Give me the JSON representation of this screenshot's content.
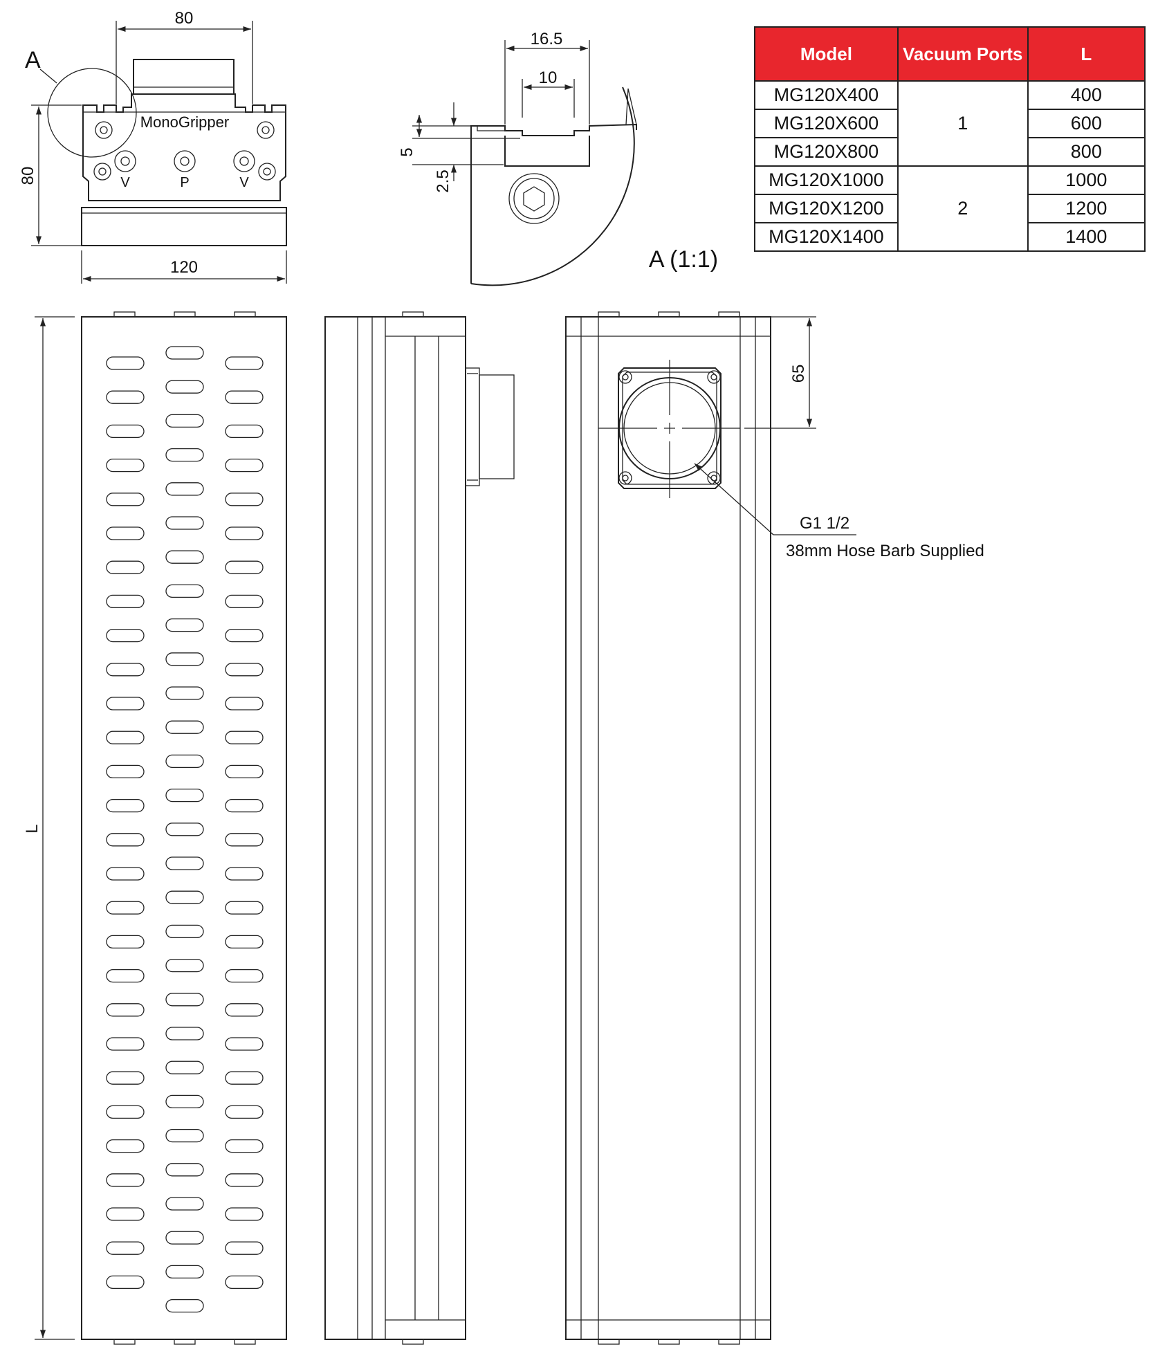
{
  "dimensions": {
    "top_width": "80",
    "height": "80",
    "base_width": "120",
    "slot_outer": "16.5",
    "slot_inner": "10",
    "slot_depth": "5",
    "slot_lip": "2.5",
    "port_offset": "65",
    "length": "L"
  },
  "labels": {
    "brand": "MonoGripper",
    "detail_callout": "A",
    "detail_title": "A (1:1)",
    "port_left": "V",
    "port_center": "P",
    "port_right": "V",
    "thread_note": "G1 1/2",
    "hose_note": "38mm Hose Barb Supplied"
  },
  "table": {
    "header_color": "#e8262d",
    "headers": [
      "Model",
      "Vacuum Ports",
      "L"
    ],
    "rows": [
      {
        "model": "MG120X400",
        "ports": "1",
        "l": "400"
      },
      {
        "model": "MG120X600",
        "ports": "1",
        "l": "600"
      },
      {
        "model": "MG120X800",
        "ports": "1",
        "l": "800"
      },
      {
        "model": "MG120X1000",
        "ports": "2",
        "l": "1000"
      },
      {
        "model": "MG120X1200",
        "ports": "2",
        "l": "1200"
      },
      {
        "model": "MG120X1400",
        "ports": "2",
        "l": "1400"
      }
    ]
  }
}
